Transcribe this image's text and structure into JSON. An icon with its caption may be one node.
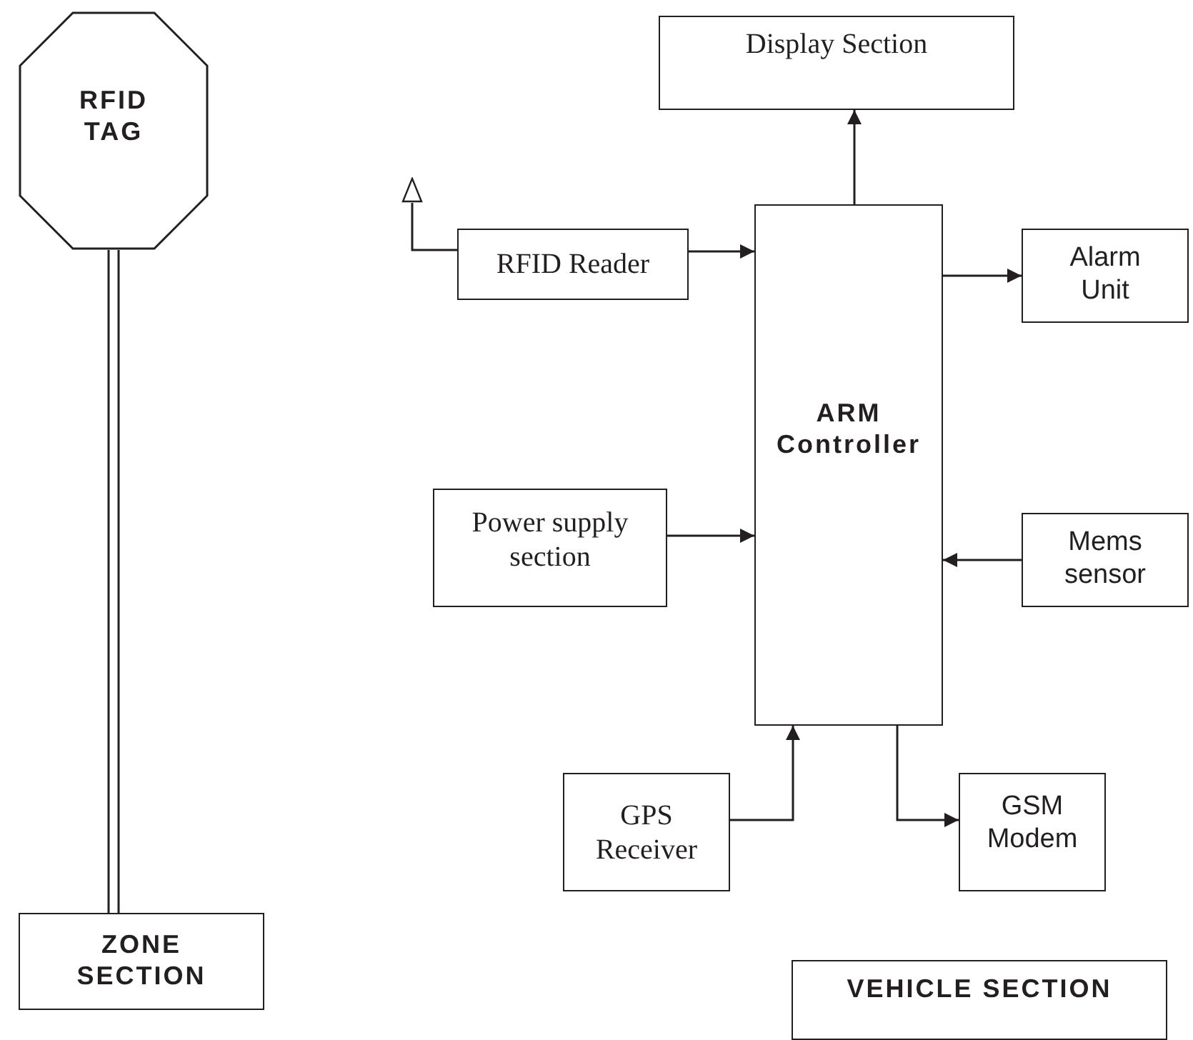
{
  "diagram": {
    "nodes": [
      {
        "text": [
          "RFID TAG"
        ]
      },
      {
        "text": [
          "ZONE SECTION"
        ]
      },
      {
        "text": [
          "Display Section"
        ]
      },
      {
        "text": [],
        "shape": "triangle"
      },
      {
        "text": [
          "RFID Reader"
        ]
      },
      {
        "text": [
          "ARM Controller"
        ]
      },
      {
        "text": [
          "Alarm Unit"
        ]
      },
      {
        "text": [
          "Power supply section"
        ]
      },
      {
        "text": [
          "Mems sensor"
        ]
      },
      {
        "text": [
          "GPS Receiver"
        ]
      },
      {
        "text": [
          "GSM Modem"
        ]
      },
      {
        "text": [
          "VEHICLE SECTION"
        ]
      }
    ],
    "edges": [
      {
        "from": 0,
        "to": 1,
        "arrow": "none"
      },
      {
        "from": 5,
        "to": 2,
        "arrow": "to"
      },
      {
        "from": 3,
        "to": 4,
        "arrow": "none"
      },
      {
        "from": 4,
        "to": 5,
        "arrow": "to"
      },
      {
        "from": 5,
        "to": 6,
        "arrow": "to"
      },
      {
        "from": 7,
        "to": 5,
        "arrow": "to"
      },
      {
        "from": 8,
        "to": 5,
        "arrow": "to"
      },
      {
        "from": 9,
        "to": 5,
        "arrow": "to"
      },
      {
        "from": 5,
        "to": 10,
        "arrow": "to"
      }
    ]
  }
}
